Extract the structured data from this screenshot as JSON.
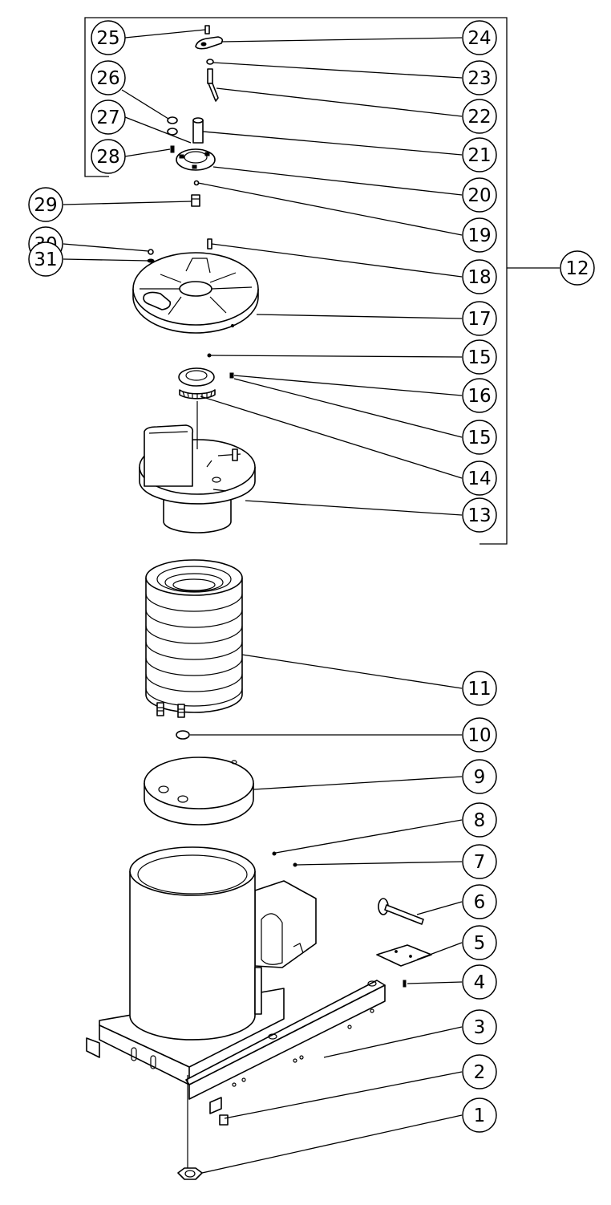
{
  "callouts": [
    {
      "id": "1",
      "label": "1"
    },
    {
      "id": "2",
      "label": "2"
    },
    {
      "id": "3",
      "label": "3"
    },
    {
      "id": "4",
      "label": "4"
    },
    {
      "id": "5",
      "label": "5"
    },
    {
      "id": "6",
      "label": "6"
    },
    {
      "id": "7",
      "label": "7"
    },
    {
      "id": "8",
      "label": "8"
    },
    {
      "id": "9",
      "label": "9"
    },
    {
      "id": "10",
      "label": "10"
    },
    {
      "id": "11",
      "label": "11"
    },
    {
      "id": "12",
      "label": "12"
    },
    {
      "id": "13",
      "label": "13"
    },
    {
      "id": "14",
      "label": "14"
    },
    {
      "id": "15a",
      "label": "15"
    },
    {
      "id": "15b",
      "label": "15"
    },
    {
      "id": "16",
      "label": "16"
    },
    {
      "id": "17",
      "label": "17"
    },
    {
      "id": "18",
      "label": "18"
    },
    {
      "id": "19",
      "label": "19"
    },
    {
      "id": "20",
      "label": "20"
    },
    {
      "id": "21",
      "label": "21"
    },
    {
      "id": "22",
      "label": "22"
    },
    {
      "id": "23",
      "label": "23"
    },
    {
      "id": "24",
      "label": "24"
    },
    {
      "id": "25",
      "label": "25"
    },
    {
      "id": "26",
      "label": "26"
    },
    {
      "id": "27",
      "label": "27"
    },
    {
      "id": "28",
      "label": "28"
    },
    {
      "id": "29",
      "label": "29"
    },
    {
      "id": "30",
      "label": "30"
    },
    {
      "id": "31",
      "label": "31"
    }
  ]
}
